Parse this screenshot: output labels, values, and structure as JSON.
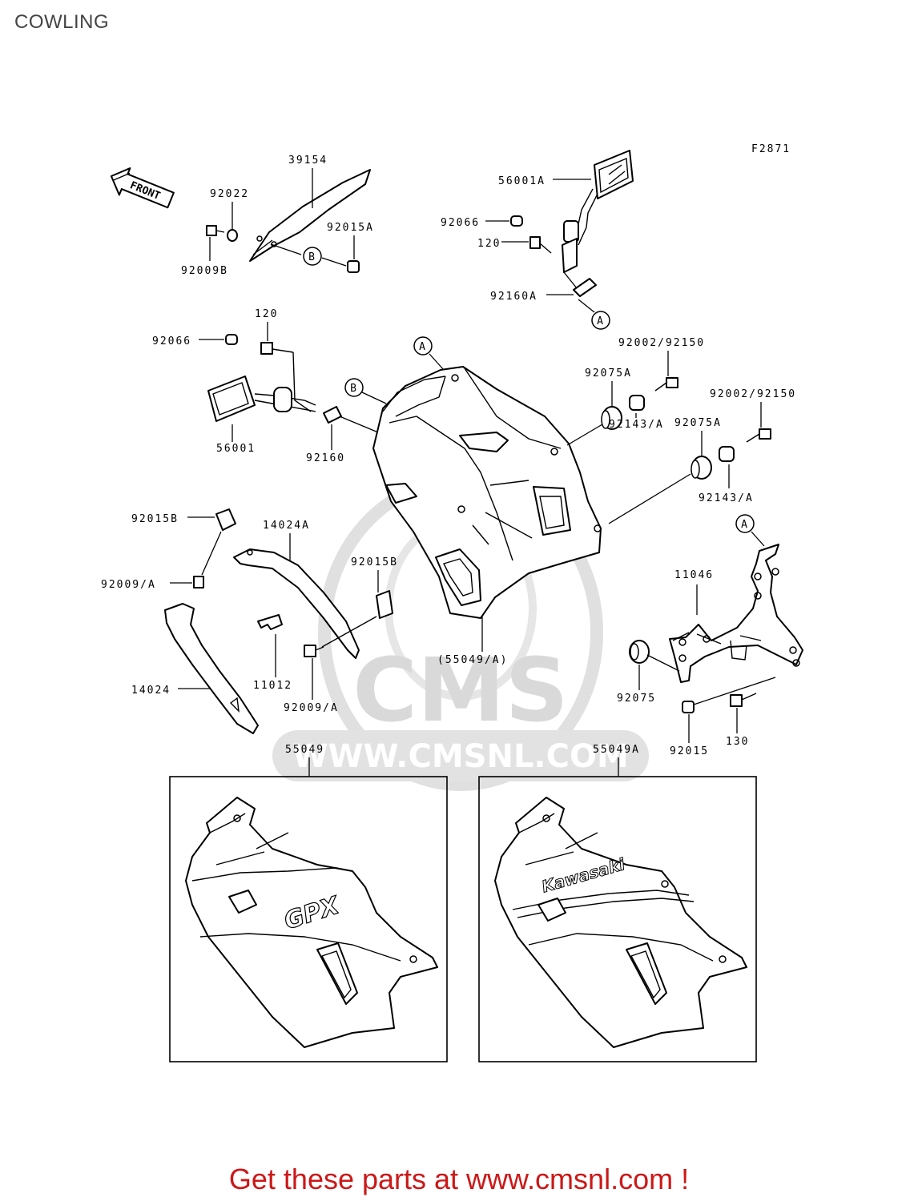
{
  "title": "COWLING",
  "figure_code": "F2871",
  "front_label": "FRONT",
  "callout_a": "A",
  "callout_b": "B",
  "watermark": {
    "brand": "CMS",
    "url": "WWW.CMSNL.COM"
  },
  "decals": {
    "gpx": "GPX",
    "kawasaki": "Kawasaki"
  },
  "parts": {
    "p39154": "39154",
    "p92022": "92022",
    "p92009b": "92009B",
    "p92015a": "92015A",
    "p56001a": "56001A",
    "p92066_top": "92066",
    "p120_top": "120",
    "p92160a": "92160A",
    "p120_left": "120",
    "p92066_left": "92066",
    "p56001": "56001",
    "p92160": "92160",
    "p92002_1": "92002/92150",
    "p92075a_1": "92075A",
    "p92143_1": "92143/A",
    "p92002_2": "92002/92150",
    "p92075a_2": "92075A",
    "p92143_2": "92143/A",
    "p92015b_1": "92015B",
    "p14024a": "14024A",
    "p92009a_1": "92009/A",
    "p92015b_2": "92015B",
    "p14024": "14024",
    "p11012": "11012",
    "p92009a_2": "92009/A",
    "p55049a_paren": "(55049/A)",
    "p11046": "11046",
    "p92075": "92075",
    "p92015": "92015",
    "p130": "130",
    "p55049": "55049",
    "p55049a": "55049A"
  },
  "footer": "Get these parts at www.cmsnl.com !"
}
